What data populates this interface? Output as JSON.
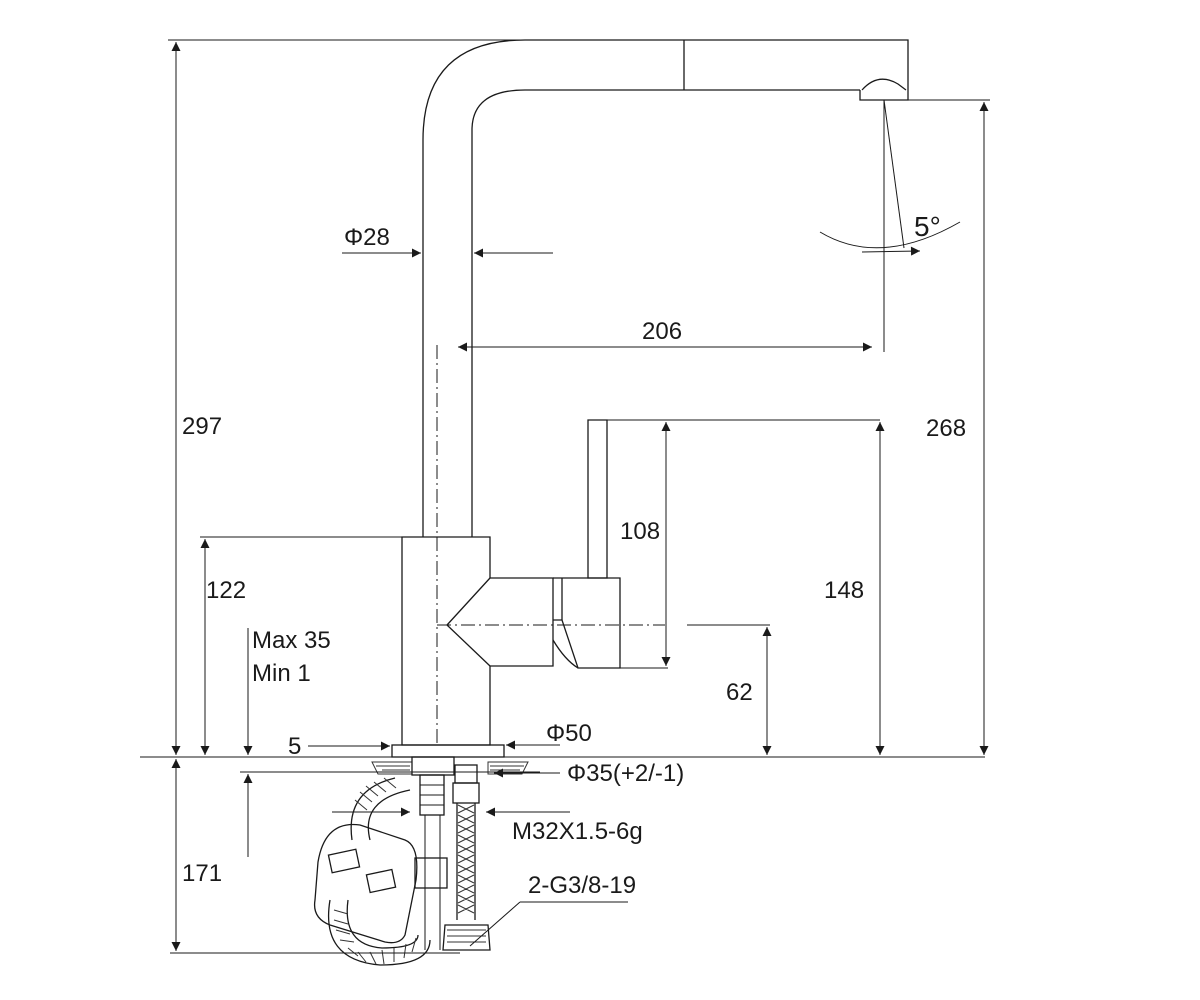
{
  "drawing": {
    "dims": {
      "d297": "297",
      "d268": "268",
      "d206": "206",
      "d122": "122",
      "d108": "108",
      "d148": "148",
      "d62": "62",
      "d171": "171",
      "d5": "5",
      "phi28": "Φ28",
      "phi50": "Φ50",
      "phi35": "Φ35(+2/-1)",
      "angle": "5°",
      "thread": "M32X1.5-6g",
      "hose": "2-G3/8-19",
      "max": "Max 35",
      "min": "Min 1"
    }
  }
}
